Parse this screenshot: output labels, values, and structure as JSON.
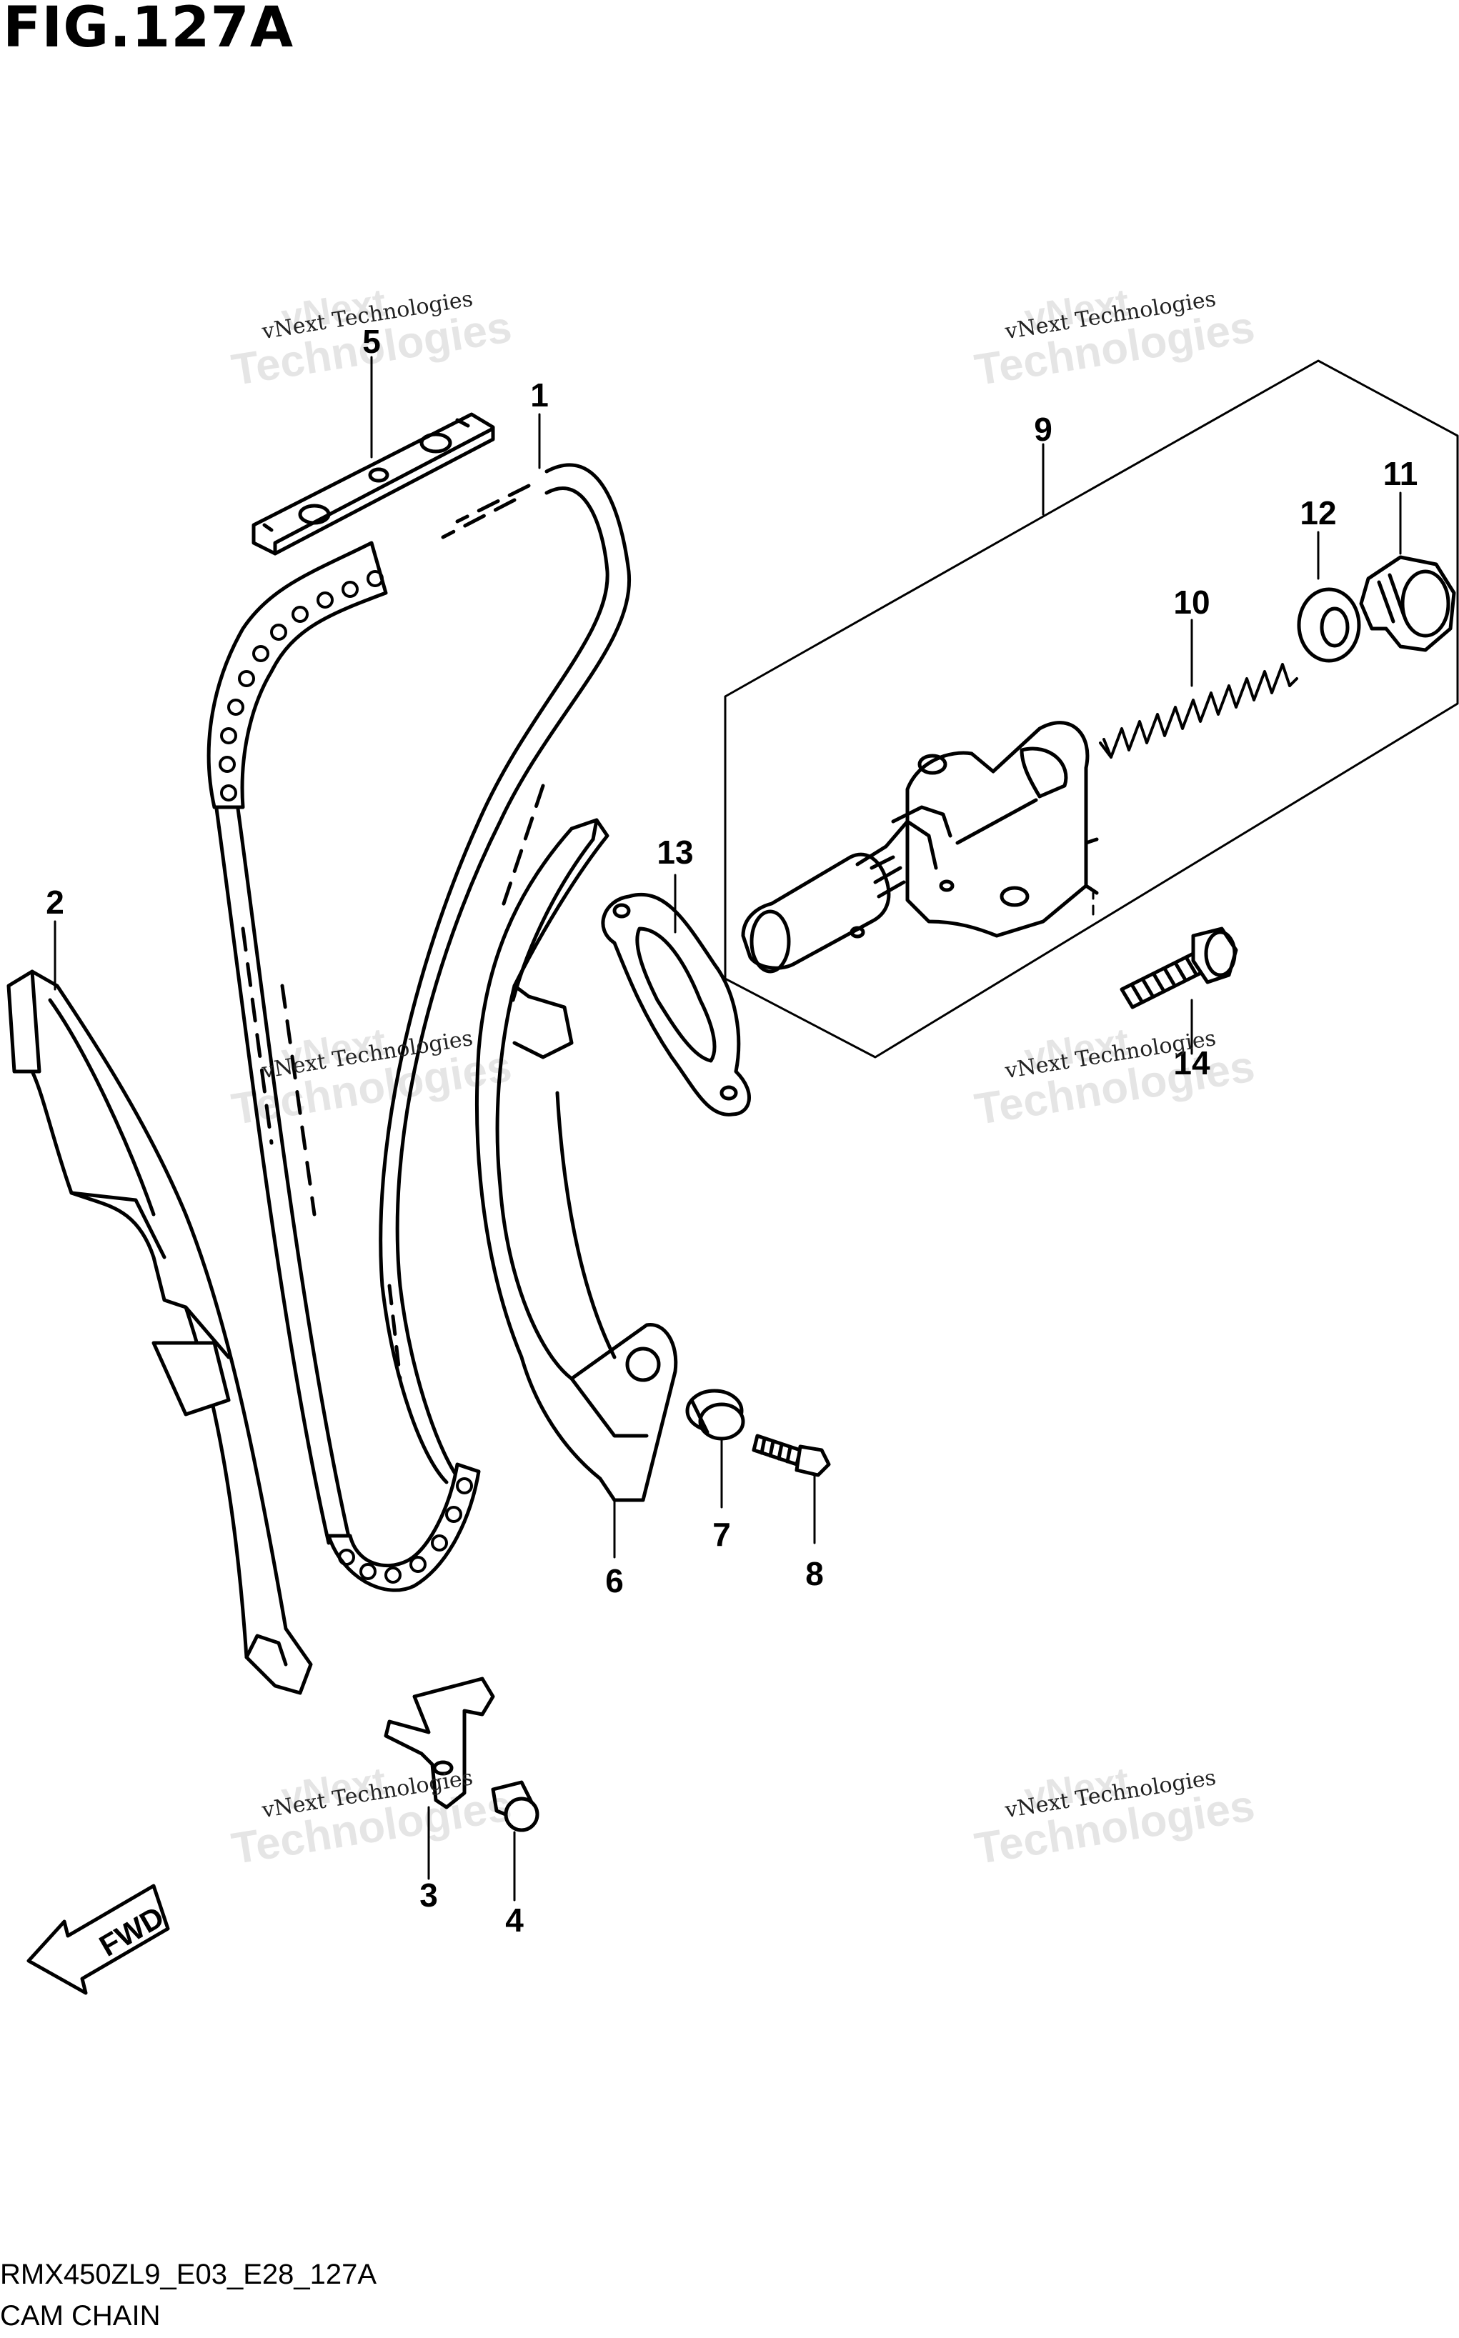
{
  "title": "FIG.127A",
  "footer": {
    "code": "RMX450ZL9_E03_E28_127A",
    "name": "CAM CHAIN"
  },
  "fwd_label": "FWD",
  "watermark": {
    "line1": "vNext Technologies",
    "line0": "vNext",
    "line2": "Technologies"
  },
  "callouts": {
    "p1": "1",
    "p2": "2",
    "p3": "3",
    "p4": "4",
    "p5": "5",
    "p6": "6",
    "p7": "7",
    "p8": "8",
    "p9": "9",
    "p10": "10",
    "p11": "11",
    "p12": "12",
    "p13": "13",
    "p14": "14"
  }
}
